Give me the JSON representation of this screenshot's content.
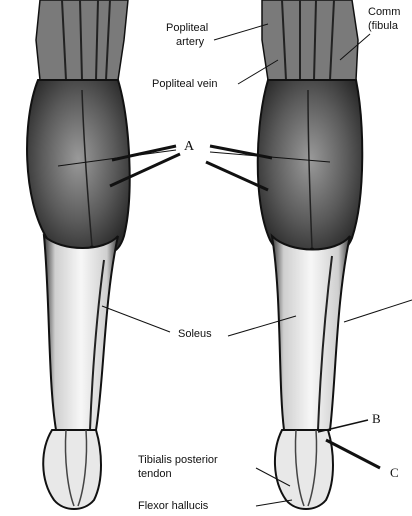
{
  "labels": {
    "popliteal_artery_line1": "Popliteal",
    "popliteal_artery_line2": "artery",
    "popliteal_vein": "Popliteal vein",
    "common_fibular_line1": "Comm",
    "common_fibular_line2": "(fibula",
    "marker_a": "A",
    "soleus": "Soleus",
    "marker_b": "B",
    "marker_c": "C",
    "tibialis_line1": "Tibialis posterior",
    "tibialis_line2": "tendon",
    "flexor_hallucis": "Flexor hallucis"
  },
  "colors": {
    "ink": "#111111",
    "muscle_dark": "#3a3a3a",
    "muscle_mid": "#8a8a8a",
    "skin_light": "#f2f2f2"
  }
}
